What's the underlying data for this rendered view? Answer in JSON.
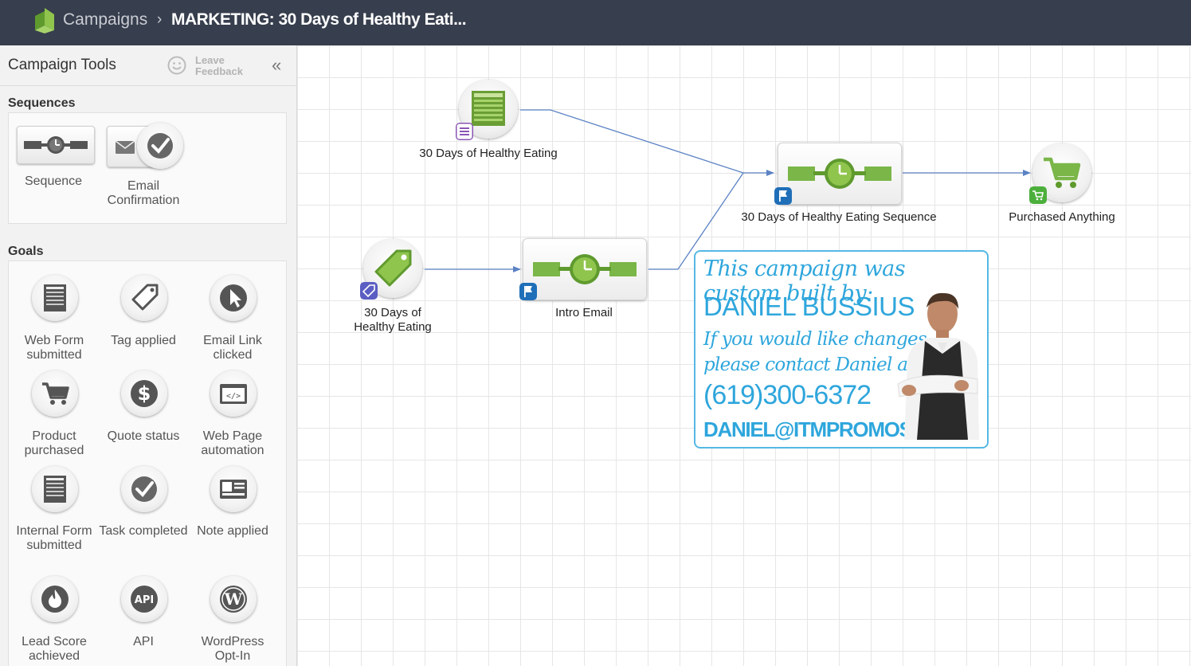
{
  "header": {
    "crumb_root": "Campaigns",
    "crumb_separator": "›",
    "crumb_current": "MARKETING: 30 Days of Healthy Eati..."
  },
  "sidebar": {
    "title": "Campaign Tools",
    "feedback_label": "Leave Feedback",
    "collapse_glyph": "«",
    "sequences_heading": "Sequences",
    "sequences": [
      {
        "label": "Sequence",
        "icon": "sequence-clock-icon"
      },
      {
        "label": "Email Confirmation",
        "icon": "email-confirmation-icon"
      }
    ],
    "goals_heading": "Goals",
    "goals": [
      {
        "label": "Web Form submitted",
        "icon": "web-form-icon"
      },
      {
        "label": "Tag applied",
        "icon": "tag-icon"
      },
      {
        "label": "Email Link clicked",
        "icon": "cursor-icon"
      },
      {
        "label": "Product purchased",
        "icon": "cart-icon"
      },
      {
        "label": "Quote status",
        "icon": "dollar-icon"
      },
      {
        "label": "Web Page automation",
        "icon": "web-page-code-icon"
      },
      {
        "label": "Internal Form submitted",
        "icon": "internal-form-icon"
      },
      {
        "label": "Task completed",
        "icon": "checkmark-icon"
      },
      {
        "label": "Note applied",
        "icon": "contact-card-icon"
      },
      {
        "label": "Lead Score achieved",
        "icon": "flame-icon"
      },
      {
        "label": "API",
        "icon": "api-icon"
      },
      {
        "label": "WordPress Opt-In",
        "icon": "wordpress-icon"
      }
    ]
  },
  "canvas": {
    "nodes": [
      {
        "id": "webform-goal",
        "label": "30 Days of Healthy Eating",
        "type": "web-form-goal"
      },
      {
        "id": "tag-goal",
        "label": "30 Days of Healthy Eating",
        "type": "tag-goal"
      },
      {
        "id": "intro-sequence",
        "label": "Intro Email",
        "type": "sequence"
      },
      {
        "id": "main-sequence",
        "label": "30 Days of Healthy Eating Sequence",
        "type": "sequence"
      },
      {
        "id": "purchase-goal",
        "label": "Purchased Anything",
        "type": "purchase-goal"
      }
    ],
    "promo": {
      "line1": "This campaign was custom built by:",
      "name": "DANIEL BUSSIUS",
      "line2": "If you would like changes",
      "line3": "please contact Daniel at:",
      "phone": "(619)300-6372",
      "email": "DANIEL@ITMPROMOS.COM"
    }
  },
  "colors": {
    "header_bg": "#373e4d",
    "accent_green": "#7ab648",
    "link_blue": "#5b82c4",
    "promo_blue": "#2ea6dc"
  }
}
